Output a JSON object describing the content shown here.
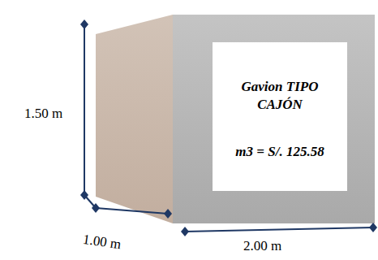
{
  "diagram": {
    "nodes": [
      {
        "text": [
          "Gavion TIPO CAJÓN",
          "m3 = S/. 125.58"
        ]
      }
    ],
    "labels": [
      "1.50 m",
      "1.00 m",
      "2.00 m"
    ]
  }
}
